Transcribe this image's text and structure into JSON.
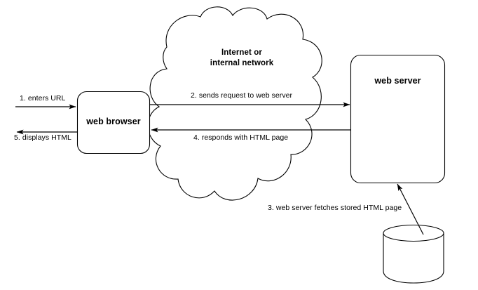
{
  "diagram": {
    "title": "Web browser / web server request-response flow",
    "background_color": "#ffffff",
    "stroke_color": "#000000",
    "nodes": {
      "browser": {
        "label": "web browser",
        "shape": "rounded-rectangle"
      },
      "cloud": {
        "label_line1": "Internet or",
        "label_line2": "internal network",
        "shape": "cloud"
      },
      "server": {
        "label": "web server",
        "shape": "rounded-rectangle"
      },
      "database": {
        "label": "",
        "shape": "cylinder"
      }
    },
    "steps": [
      {
        "id": "step-1",
        "label": "1. enters URL",
        "direction": "right",
        "from": "user",
        "to": "browser"
      },
      {
        "id": "step-2",
        "label": "2. sends request to web server",
        "direction": "right",
        "from": "browser",
        "to": "server"
      },
      {
        "id": "step-3",
        "label": "3. web server fetches stored HTML page",
        "direction": "up-left",
        "from": "database",
        "to": "server"
      },
      {
        "id": "step-4",
        "label": "4. responds with HTML page",
        "direction": "left",
        "from": "server",
        "to": "browser"
      },
      {
        "id": "step-5",
        "label": "5. displays HTML",
        "direction": "left",
        "from": "browser",
        "to": "user"
      }
    ]
  }
}
